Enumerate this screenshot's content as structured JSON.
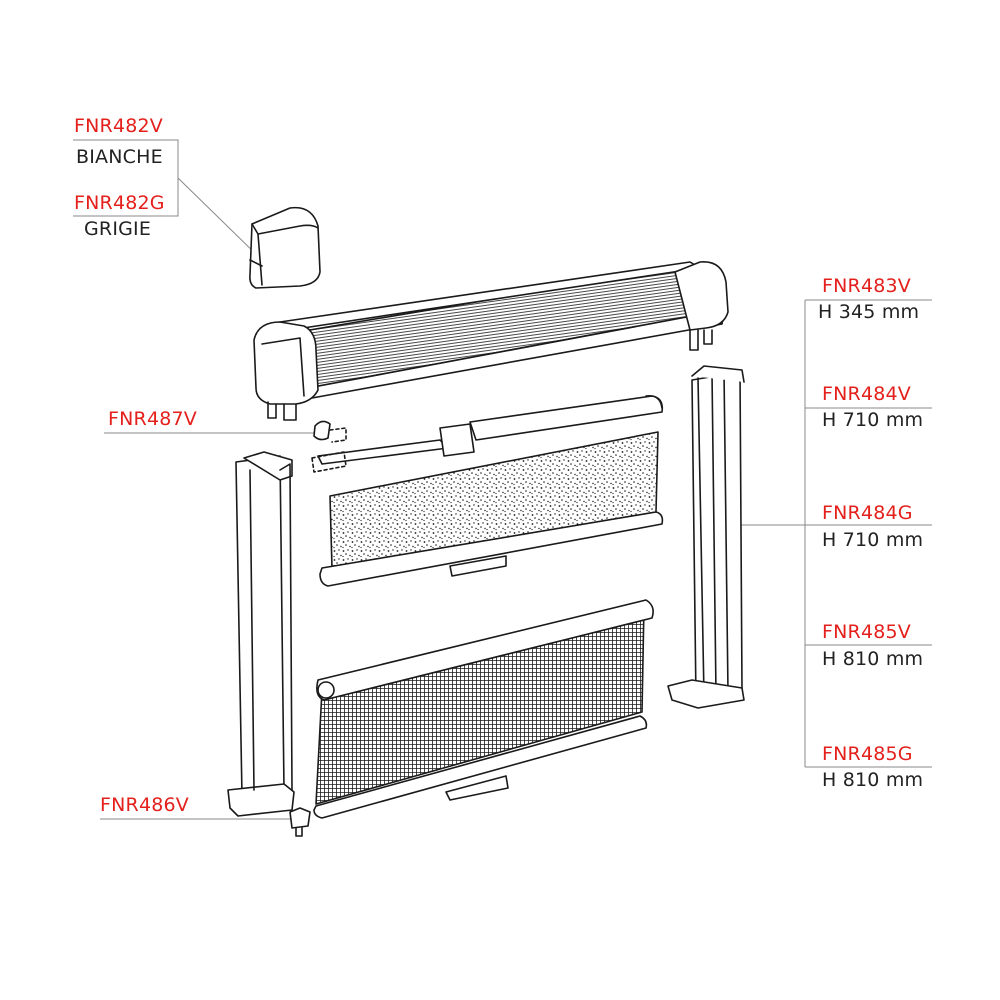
{
  "colors": {
    "code": "#e4201c",
    "text": "#222222",
    "line": "#888888",
    "drawing": "#1a1a1a"
  },
  "cap": {
    "white_code": "FNR482V",
    "white_label": "BIANCHE",
    "grey_code": "FNR482G",
    "grey_label": "GRIGIE"
  },
  "guide_variants": [
    {
      "code": "FNR483V",
      "height": "H 345 mm"
    },
    {
      "code": "FNR484V",
      "height": "H 710 mm"
    },
    {
      "code": "FNR484G",
      "height": "H 710 mm"
    },
    {
      "code": "FNR485V",
      "height": "H 810 mm"
    },
    {
      "code": "FNR485G",
      "height": "H 810 mm"
    }
  ],
  "clip": {
    "code": "FNR487V"
  },
  "bottom_plug": {
    "code": "FNR486V"
  }
}
